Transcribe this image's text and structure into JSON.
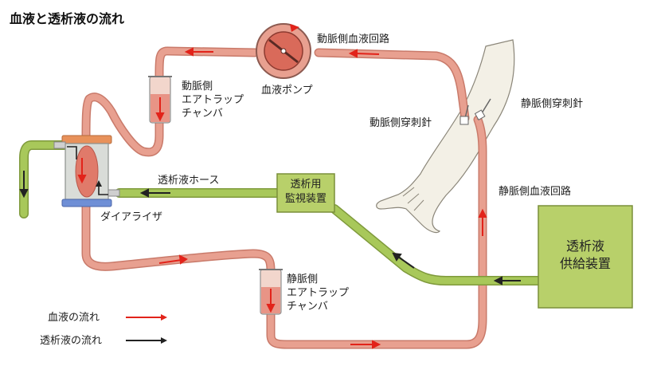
{
  "title": "血液と透析液の流れ",
  "labels": {
    "arterial_circuit": "動脈側血液回路",
    "blood_pump": "血液ポンプ",
    "arterial_chamber": [
      "動脈側",
      "エアトラップ",
      "チャンバ"
    ],
    "arterial_needle": "動脈側穿刺針",
    "venous_needle": "静脈側穿刺針",
    "venous_circuit": "静脈側血液回路",
    "dialysate_hose": "透析液ホース",
    "dialyzer": "ダイアライザ",
    "venous_chamber": [
      "静脈側",
      "エアトラップ",
      "チャンバ"
    ],
    "monitor": [
      "透析用",
      "監視装置"
    ],
    "supply": [
      "透析液",
      "供給装置"
    ]
  },
  "legend": {
    "blood_flow": "血液の流れ",
    "dialysate_flow": "透析液の流れ"
  },
  "colors": {
    "blood_tube": "#e8a090",
    "blood_tube_edge": "#c97a6a",
    "blood_arrow": "#e2231a",
    "dialysate_tube": "#a8c85a",
    "dialysate_edge": "#7f9a3c",
    "dialysate_arrow": "#222222",
    "device_fill": "#b8d06a",
    "device_edge": "#7a8f3a",
    "arm_fill": "#f3f0e6",
    "arm_edge": "#8a8578"
  }
}
